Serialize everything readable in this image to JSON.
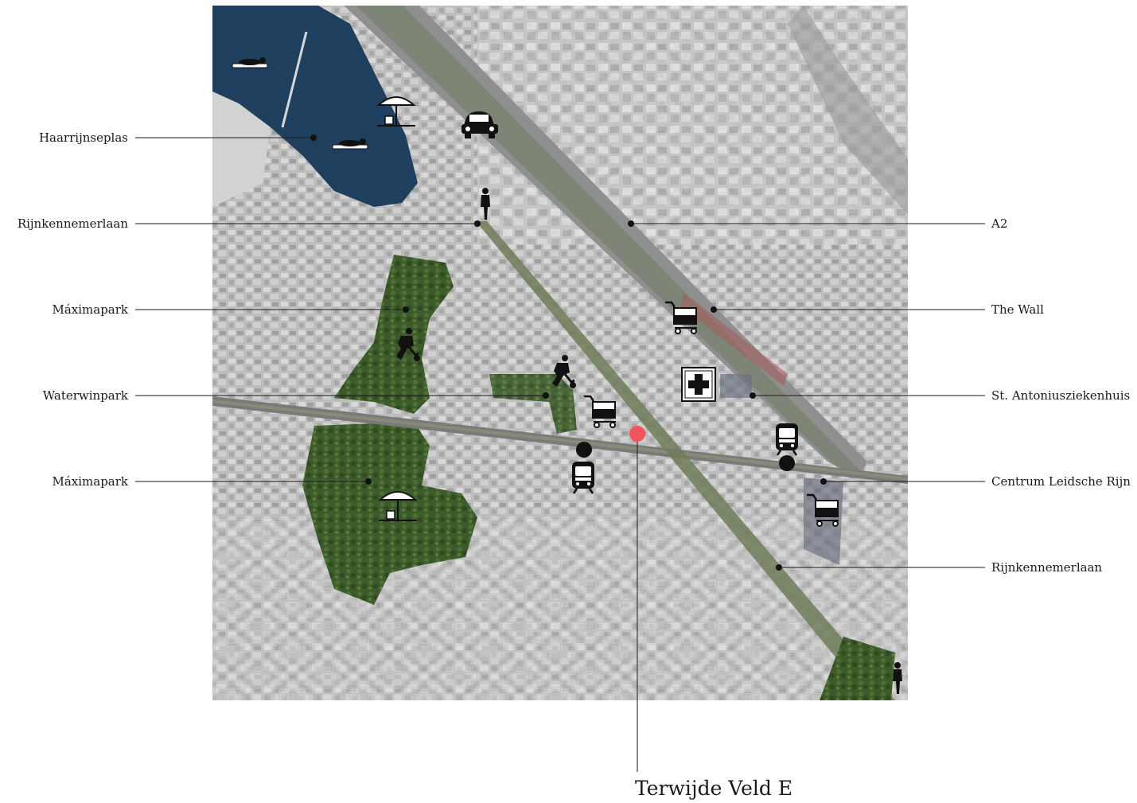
{
  "map": {
    "site": {
      "label": "Terwijde Veld E",
      "marker_color": "#f2545b"
    },
    "labels_left": [
      {
        "text": "Haarrijnseplas"
      },
      {
        "text": "Rijnkennemerlaan"
      },
      {
        "text": "Máximapark"
      },
      {
        "text": "Waterwinpark"
      },
      {
        "text": "Máximapark"
      }
    ],
    "labels_right": [
      {
        "text": "A2"
      },
      {
        "text": "The Wall"
      },
      {
        "text": "St. Antoniusziekenhuis"
      },
      {
        "text": "Centrum Leidsche Rijn"
      },
      {
        "text": "Rijnkennemerlaan"
      }
    ],
    "icons": [
      "sunbather-icon",
      "beach-umbrella-icon",
      "car-icon",
      "sunbather-icon",
      "pedestrian-icon",
      "shopping-cart-icon",
      "soccer-player-icon",
      "soccer-player-icon",
      "hospital-cross-icon",
      "shopping-cart-icon",
      "train-icon",
      "train-icon",
      "beach-umbrella-icon",
      "shopping-cart-icon",
      "pedestrian-icon"
    ],
    "colors": {
      "water": "#1f3f5e",
      "park": "#3c5a2a",
      "urban": "#b9b9b9",
      "highway": "#8a8a8a",
      "leader": "#1a1a1a",
      "site_marker": "#f2545b"
    }
  }
}
